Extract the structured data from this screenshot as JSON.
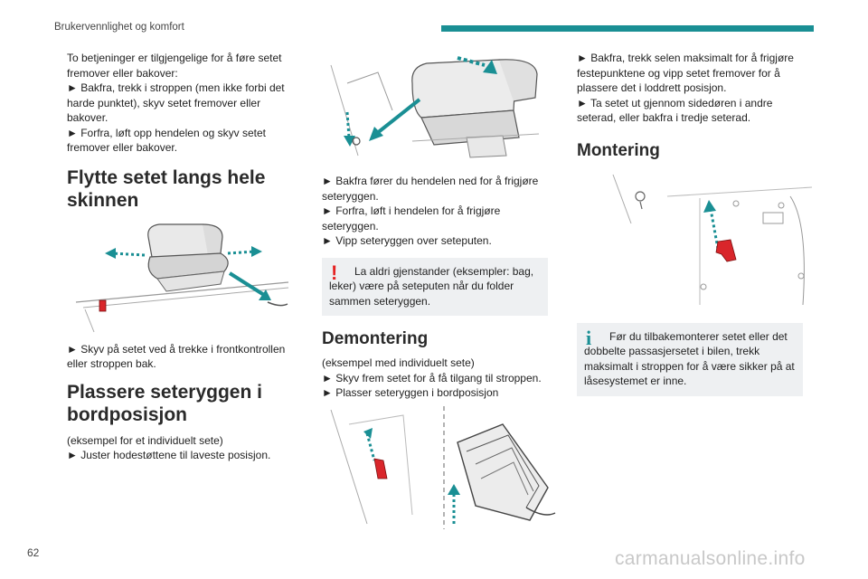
{
  "header": {
    "title": "Brukervennlighet og komfort"
  },
  "page_number": "62",
  "watermark": "carmanualsonline.info",
  "col1": {
    "intro": "To betjeninger er tilgjengelige for å føre setet fremover eller bakover:",
    "step1": "► Bakfra, trekk i stroppen (men ikke forbi det harde punktet), skyv setet fremover eller bakover.",
    "step2": "► Forfra, løft opp hendelen og skyv setet fremover eller bakover.",
    "heading1": "Flytte setet langs hele skinnen",
    "step3": "► Skyv på setet ved å trekke i frontkontrollen eller stroppen bak.",
    "heading2": "Plassere seteryggen i bordposisjon",
    "example": "(eksempel for et individuelt sete)",
    "step4": "► Juster hodestøttene til laveste posisjon."
  },
  "col2": {
    "step1": "► Bakfra fører du hendelen ned for å frigjøre seteryggen.",
    "step2": "► Forfra, løft i hendelen for å frigjøre seteryggen.",
    "step3": "► Vipp seteryggen over seteputen.",
    "warning": "La aldri gjenstander (eksempler: bag, leker) være på seteputen når du folder sammen seteryggen.",
    "heading": "Demontering",
    "example": "(eksempel med individuelt sete)",
    "step4": "► Skyv frem setet for å få tilgang til stroppen.",
    "step5": "► Plasser seteryggen i bordposisjon"
  },
  "col3": {
    "step1": "► Bakfra, trekk selen maksimalt for å frigjøre festepunktene og vipp setet fremover for å plassere det i loddrett posisjon.",
    "step2": "► Ta setet ut gjennom sidedøren i andre seterad, eller bakfra i tredje seterad.",
    "heading": "Montering",
    "info": "Før du tilbakemonterer setet eller det dobbelte passasjersetet i bilen, trekk maksimalt i stroppen for å være sikker på at låsesystemet er inne."
  },
  "icons": {
    "warning": "exclamation-icon",
    "info": "info-icon"
  },
  "colors": {
    "accent": "#1a8f94",
    "warning": "#e52222",
    "panel": "#eef0f2"
  }
}
